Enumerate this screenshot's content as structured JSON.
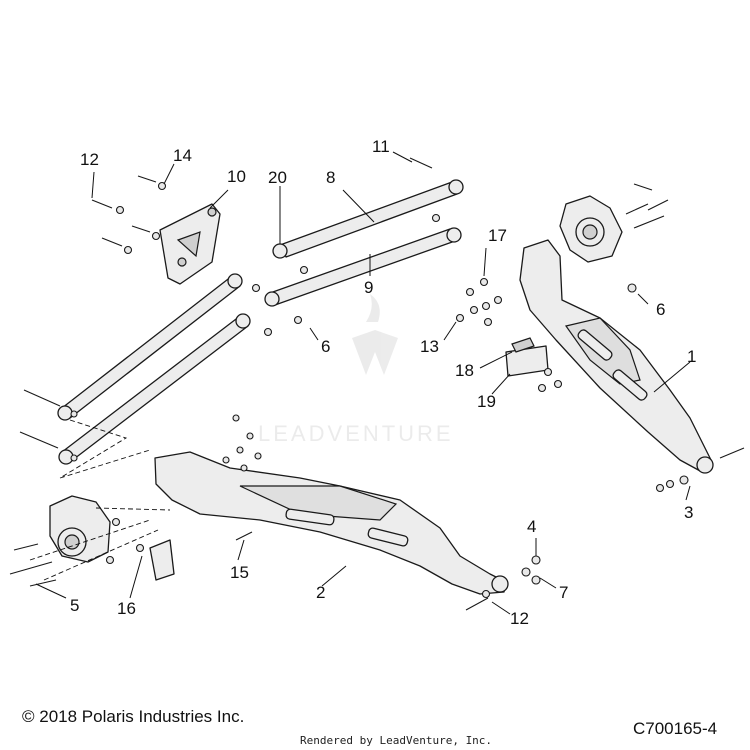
{
  "callouts": {
    "c1": "1",
    "c2": "2",
    "c3": "3",
    "c4": "4",
    "c5": "5",
    "c6a": "6",
    "c6b": "6",
    "c7": "7",
    "c8": "8",
    "c9": "9",
    "c10": "10",
    "c11": "11",
    "c12a": "12",
    "c12b": "12",
    "c13": "13",
    "c14": "14",
    "c15": "15",
    "c16": "16",
    "c17": "17",
    "c18": "18",
    "c19": "19",
    "c20": "20"
  },
  "watermark": "LEADVENTURE",
  "footer": {
    "copyright": "© 2018 Polaris Industries Inc.",
    "rendered_by": "Rendered by LeadVenture, Inc.",
    "drawing_code": "C700165-4"
  }
}
